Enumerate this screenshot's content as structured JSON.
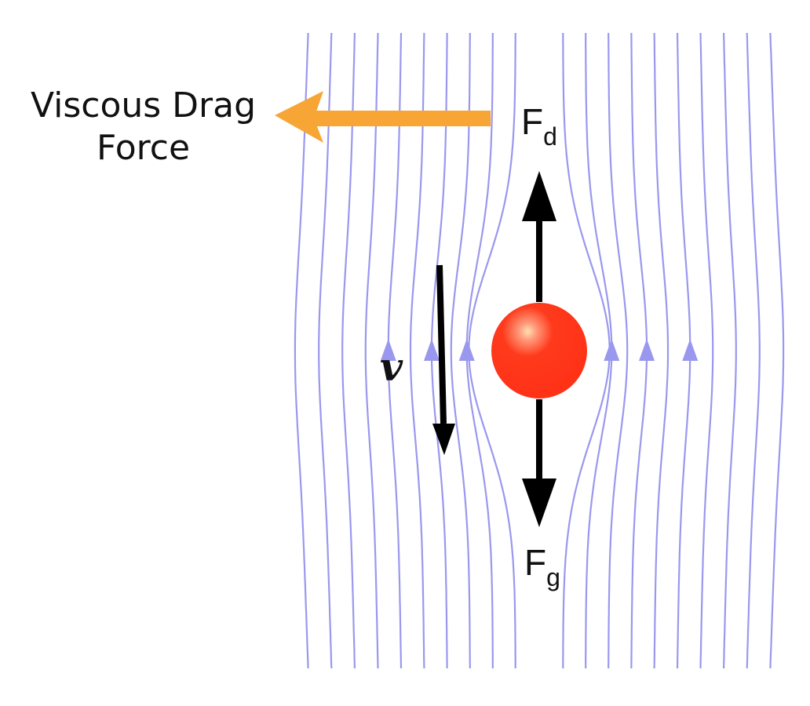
{
  "labels": {
    "drag_line1": "Viscous Drag",
    "drag_line2": "Force",
    "fd_main": "F",
    "fd_sub": "d",
    "fg_main": "F",
    "fg_sub": "g",
    "velocity": "v"
  },
  "colors": {
    "streamline": "#9a98ee",
    "drag_arrow": "#f7a534",
    "sphere": "#ff3518",
    "force_arrow": "#000000"
  }
}
